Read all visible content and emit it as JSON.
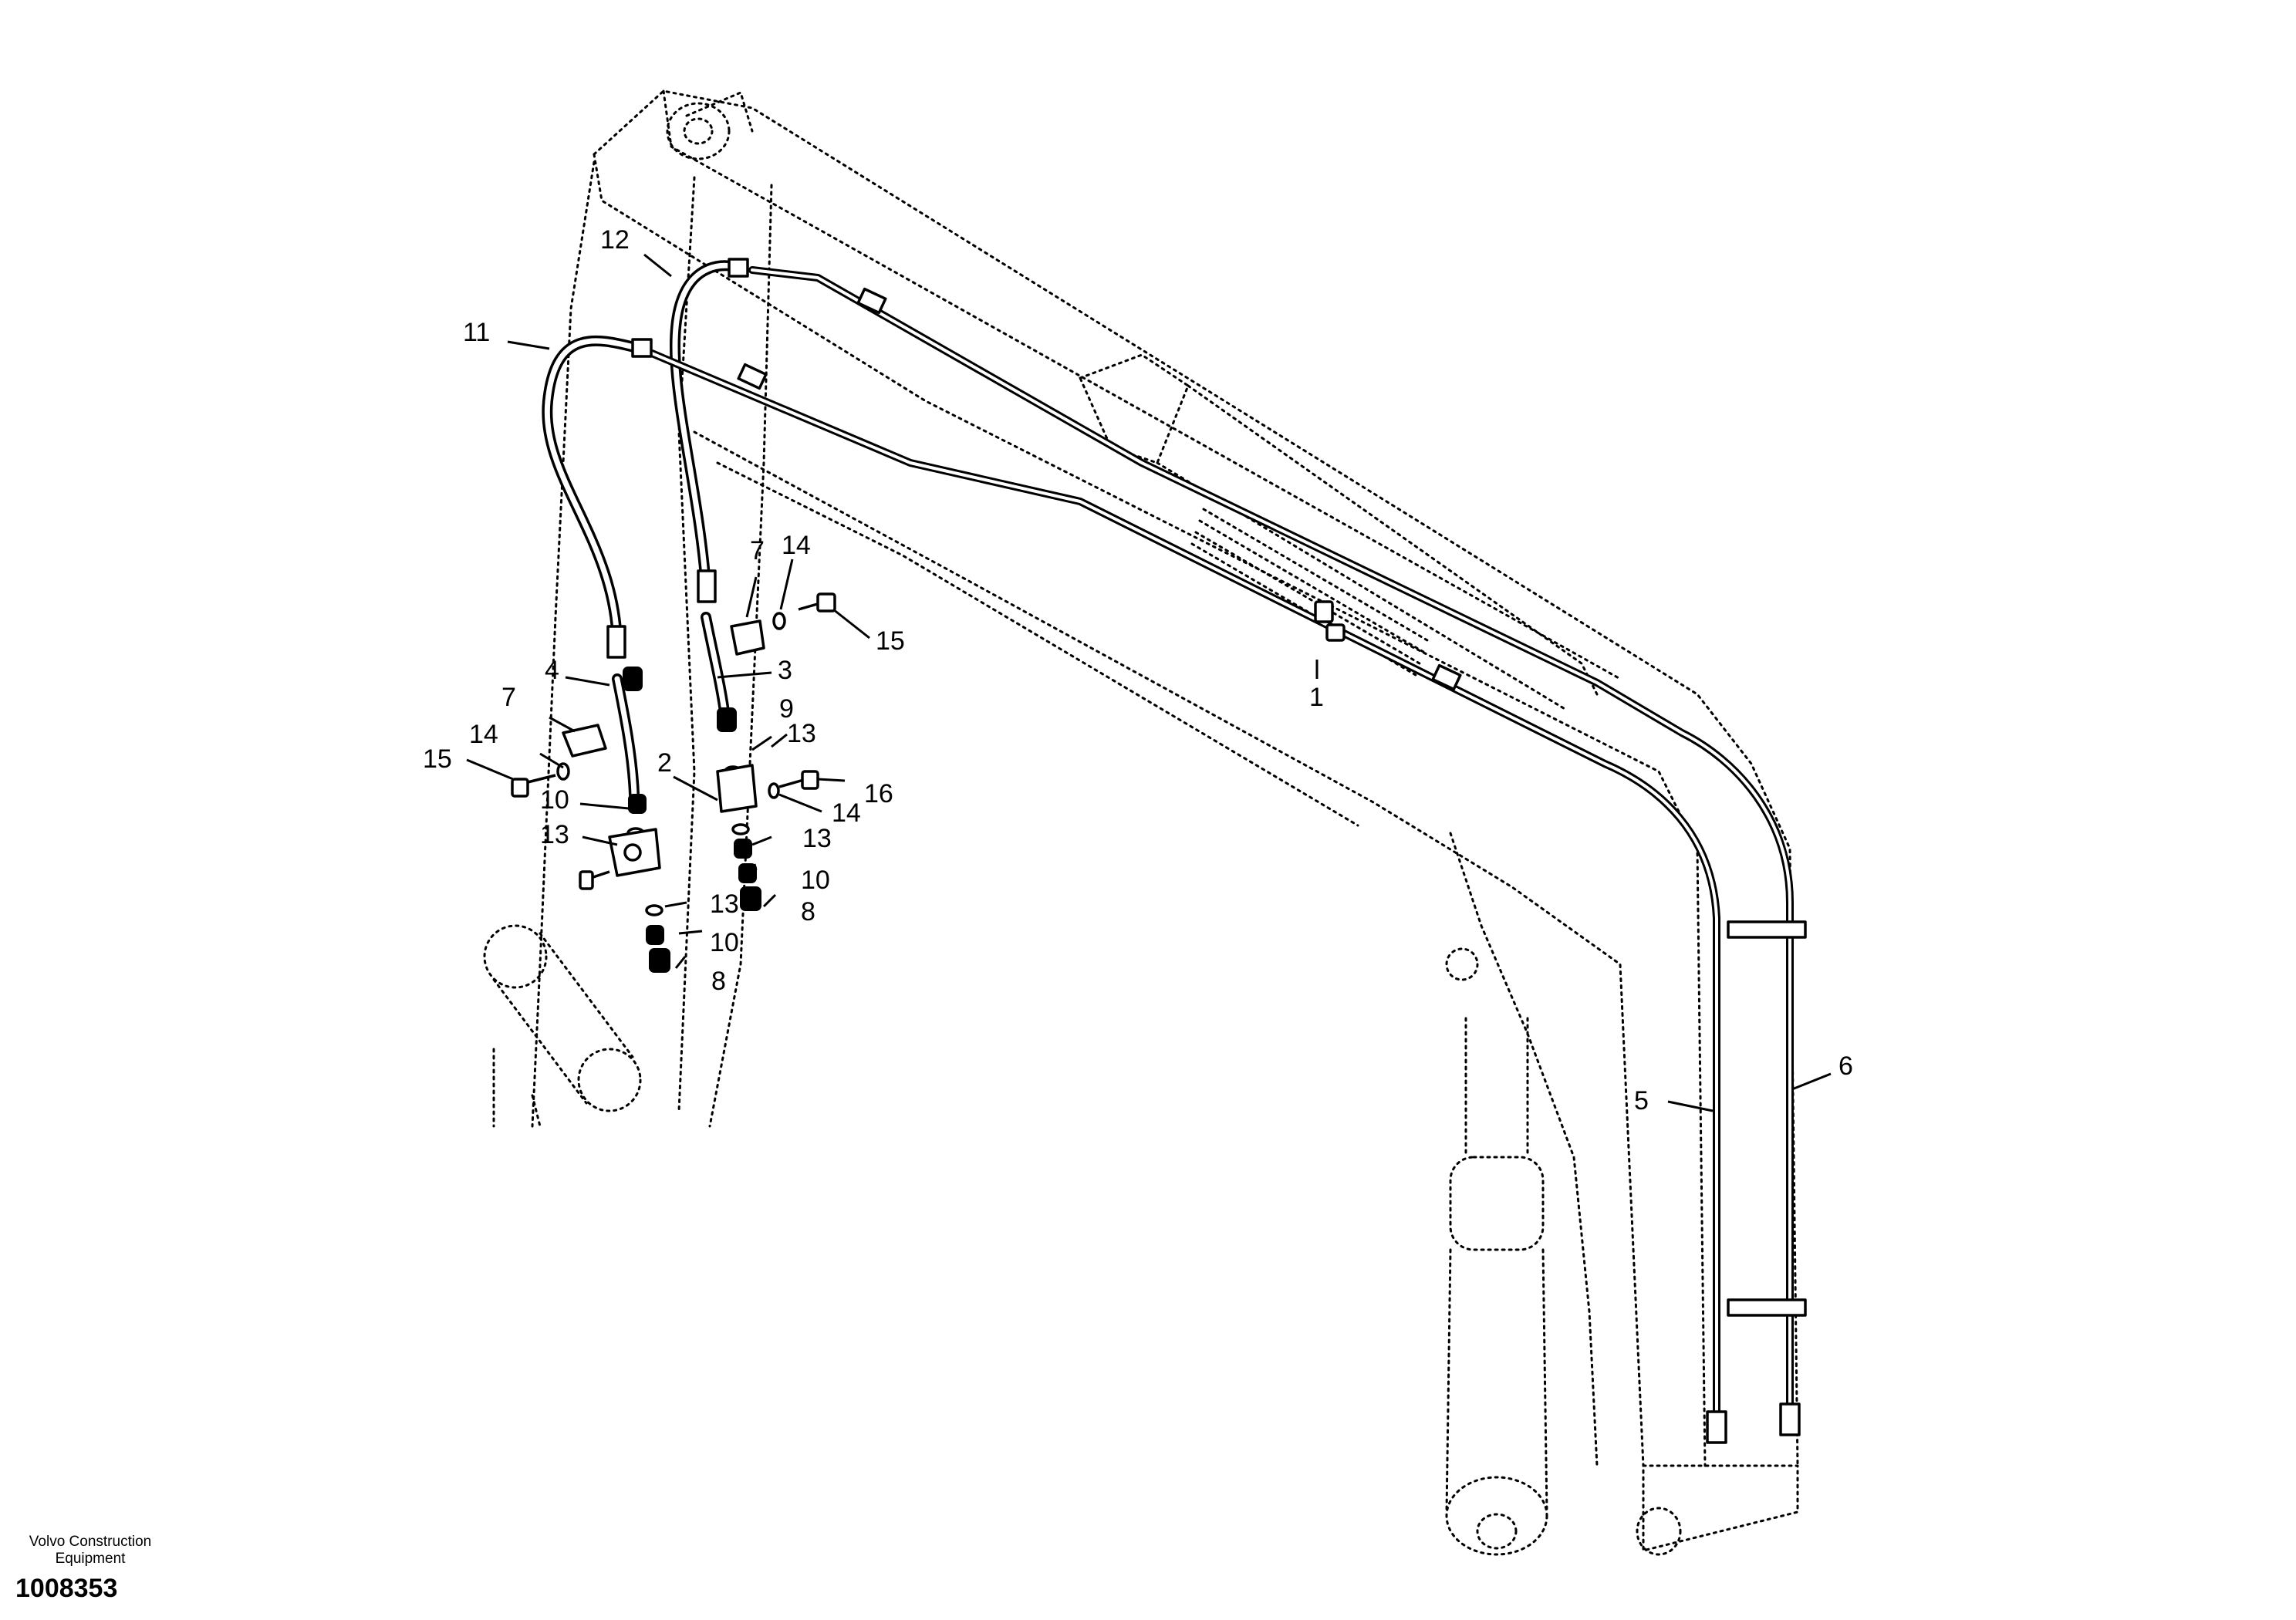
{
  "diagram": {
    "callouts": [
      {
        "id": "c1",
        "text": "1"
      },
      {
        "id": "c2",
        "text": "2"
      },
      {
        "id": "c3",
        "text": "3"
      },
      {
        "id": "c4",
        "text": "4"
      },
      {
        "id": "c5",
        "text": "5"
      },
      {
        "id": "c6",
        "text": "6"
      },
      {
        "id": "c7a",
        "text": "7"
      },
      {
        "id": "c7b",
        "text": "7"
      },
      {
        "id": "c8a",
        "text": "8"
      },
      {
        "id": "c8b",
        "text": "8"
      },
      {
        "id": "c9",
        "text": "9"
      },
      {
        "id": "c10a",
        "text": "10"
      },
      {
        "id": "c10b",
        "text": "10"
      },
      {
        "id": "c10c",
        "text": "10"
      },
      {
        "id": "c11",
        "text": "11"
      },
      {
        "id": "c12",
        "text": "12"
      },
      {
        "id": "c13a",
        "text": "13"
      },
      {
        "id": "c13b",
        "text": "13"
      },
      {
        "id": "c13c",
        "text": "13"
      },
      {
        "id": "c13d",
        "text": "13"
      },
      {
        "id": "c14a",
        "text": "14"
      },
      {
        "id": "c14b",
        "text": "14"
      },
      {
        "id": "c14c",
        "text": "14"
      },
      {
        "id": "c15a",
        "text": "15"
      },
      {
        "id": "c15b",
        "text": "15"
      },
      {
        "id": "c16",
        "text": "16"
      }
    ]
  },
  "footer": {
    "brand_line1": "Volvo Construction",
    "brand_line2": "Equipment",
    "document_number": "1008353"
  }
}
